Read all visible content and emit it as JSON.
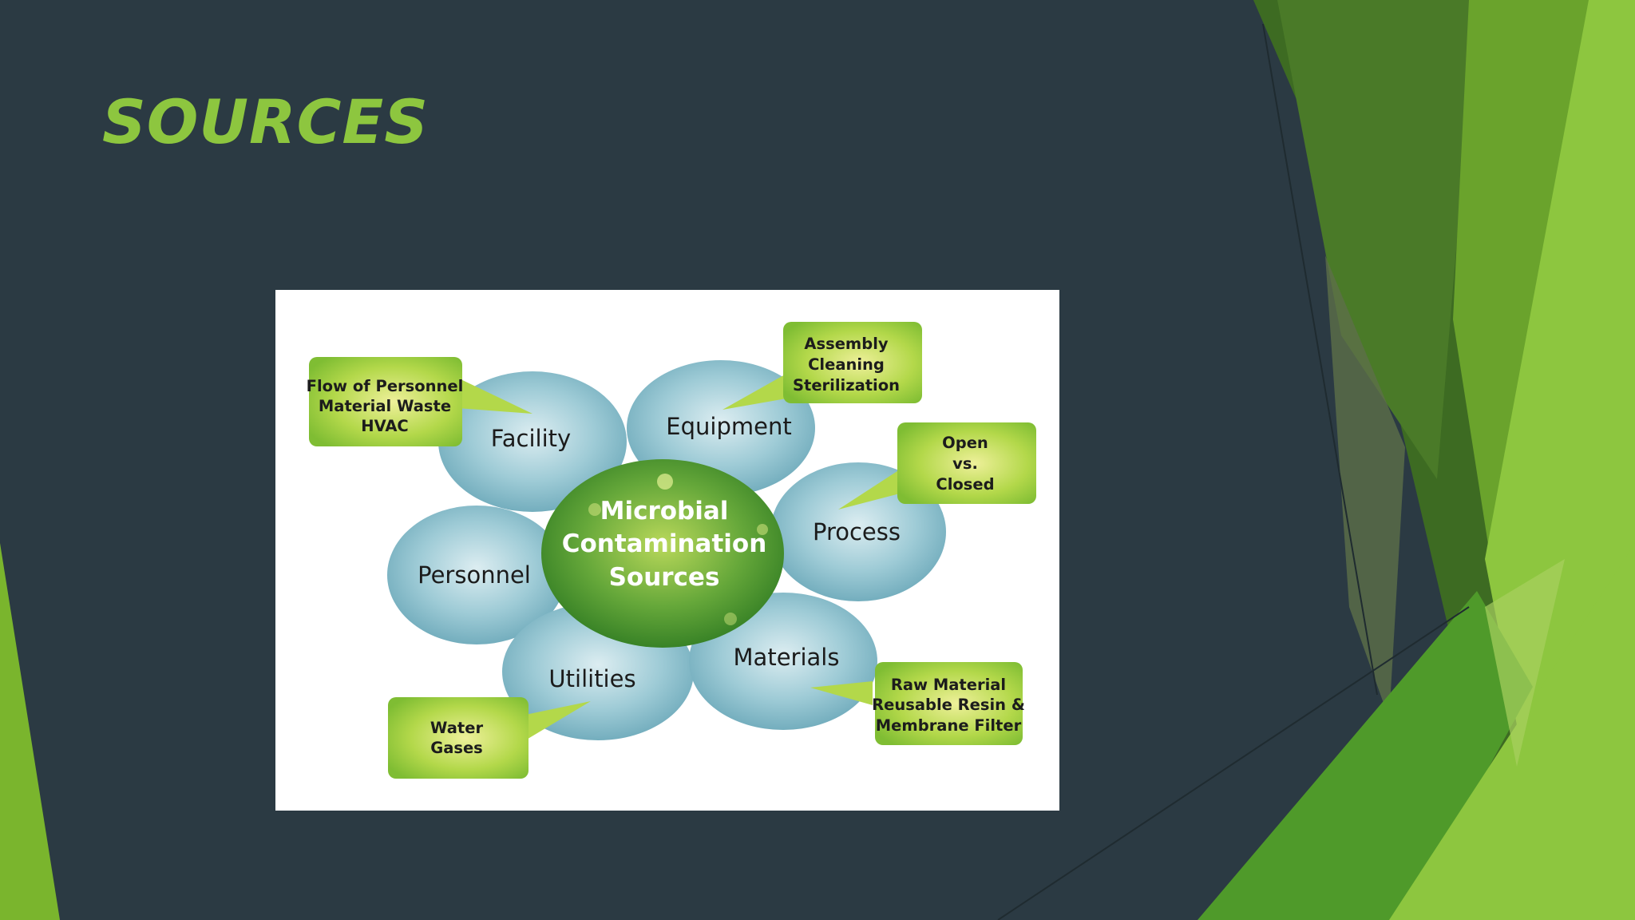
{
  "slide": {
    "title": "SOURCES",
    "title_color": "#8dc63f",
    "background": "#2b3a43"
  },
  "diagram": {
    "center": [
      "Microbial",
      "Contamination",
      "Sources"
    ],
    "nodes": [
      {
        "label": "Facility"
      },
      {
        "label": "Equipment"
      },
      {
        "label": "Process"
      },
      {
        "label": "Personnel"
      },
      {
        "label": "Utilities"
      },
      {
        "label": "Materials"
      }
    ],
    "callouts": [
      {
        "node": "Facility",
        "lines": [
          "Flow of Personnel",
          "Material Waste",
          "HVAC"
        ]
      },
      {
        "node": "Equipment",
        "lines": [
          "Assembly",
          "Cleaning",
          "Sterilization"
        ]
      },
      {
        "node": "Process",
        "lines": [
          "Open",
          "vs.",
          "Closed"
        ]
      },
      {
        "node": "Utilities",
        "lines": [
          "Water",
          "Gases"
        ]
      },
      {
        "node": "Materials",
        "lines": [
          "Raw Material",
          "Reusable Resin &",
          "Membrane Filter"
        ]
      }
    ],
    "colors": {
      "bubble": "#7fb3c2",
      "center": "#3f8a25",
      "callout": "#9acd3a"
    }
  }
}
